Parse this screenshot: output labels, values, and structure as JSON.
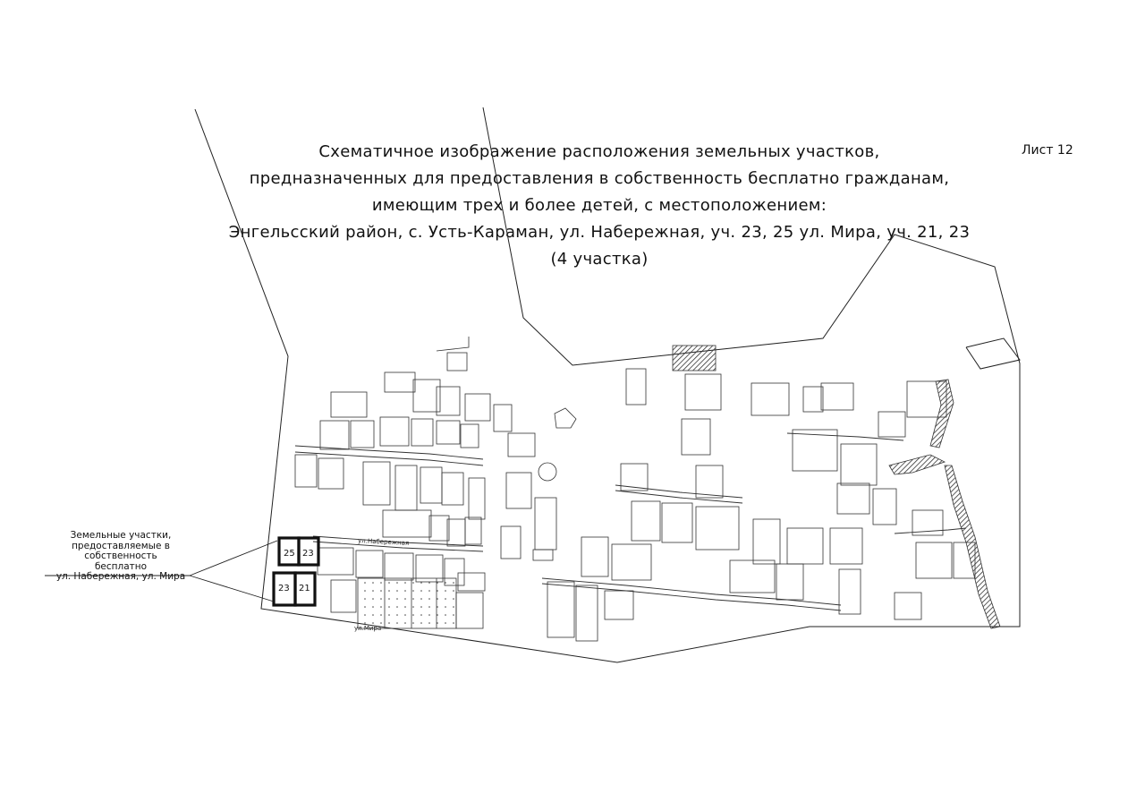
{
  "sheet_label": "Лист 12",
  "title_lines": [
    "Схематичное изображение расположения земельных участков,",
    "предназначенных для предоставления в собственность бесплатно гражданам,",
    "имеющим трех и более детей, с местоположением:",
    "Энгельсский район, с. Усть-Караман, ул. Набережная, уч. 23, 25 ул. Мира, уч. 21, 23",
    "(4 участка)"
  ],
  "legend_lines": [
    "Земельные участки,",
    "предоставляемые в собственность",
    "бесплатно",
    "ул. Набережная, ул. Мира"
  ],
  "highlighted_plots": [
    {
      "number": "25",
      "street": "ул. Набережная"
    },
    {
      "number": "23",
      "street": "ул. Набережная"
    },
    {
      "number": "23",
      "street": "ул. Мира"
    },
    {
      "number": "21",
      "street": "ул. Мира"
    }
  ],
  "street_labels": {
    "naberezhnaya": "ул.Набережная",
    "mira": "ул.Мира"
  },
  "colors": {
    "line": "#222222",
    "highlight": "#111111",
    "hatch": "#444444"
  }
}
